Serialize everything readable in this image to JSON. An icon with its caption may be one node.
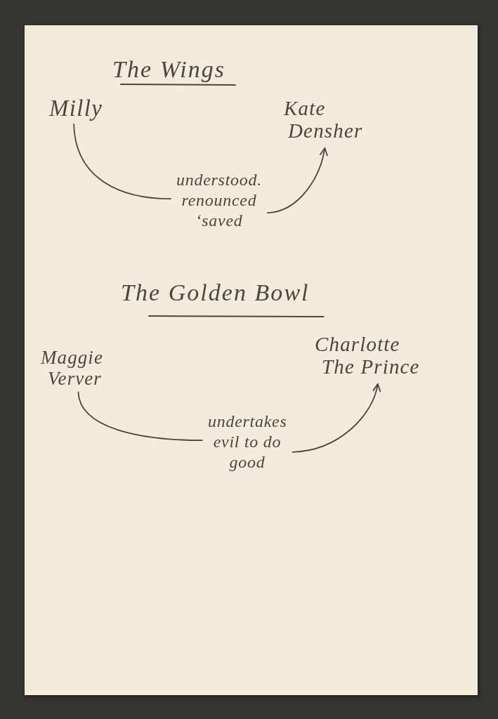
{
  "diagram": {
    "nodes": [
      {
        "text": [
          "Milly"
        ]
      },
      {
        "text": [
          "Kate",
          "Densher"
        ]
      },
      {
        "text": [
          "Maggie",
          "Verver"
        ]
      },
      {
        "text": [
          "Charlotte",
          "The Prince"
        ]
      }
    ],
    "edges": [
      {
        "from": 0,
        "to": 1,
        "arrow": "to",
        "label": "understood. renounced ‘saved"
      },
      {
        "from": 2,
        "to": 3,
        "arrow": "to",
        "label": "undertakes evil to do good"
      }
    ],
    "labels": [
      "The Wings",
      "The Golden Bowl"
    ]
  }
}
